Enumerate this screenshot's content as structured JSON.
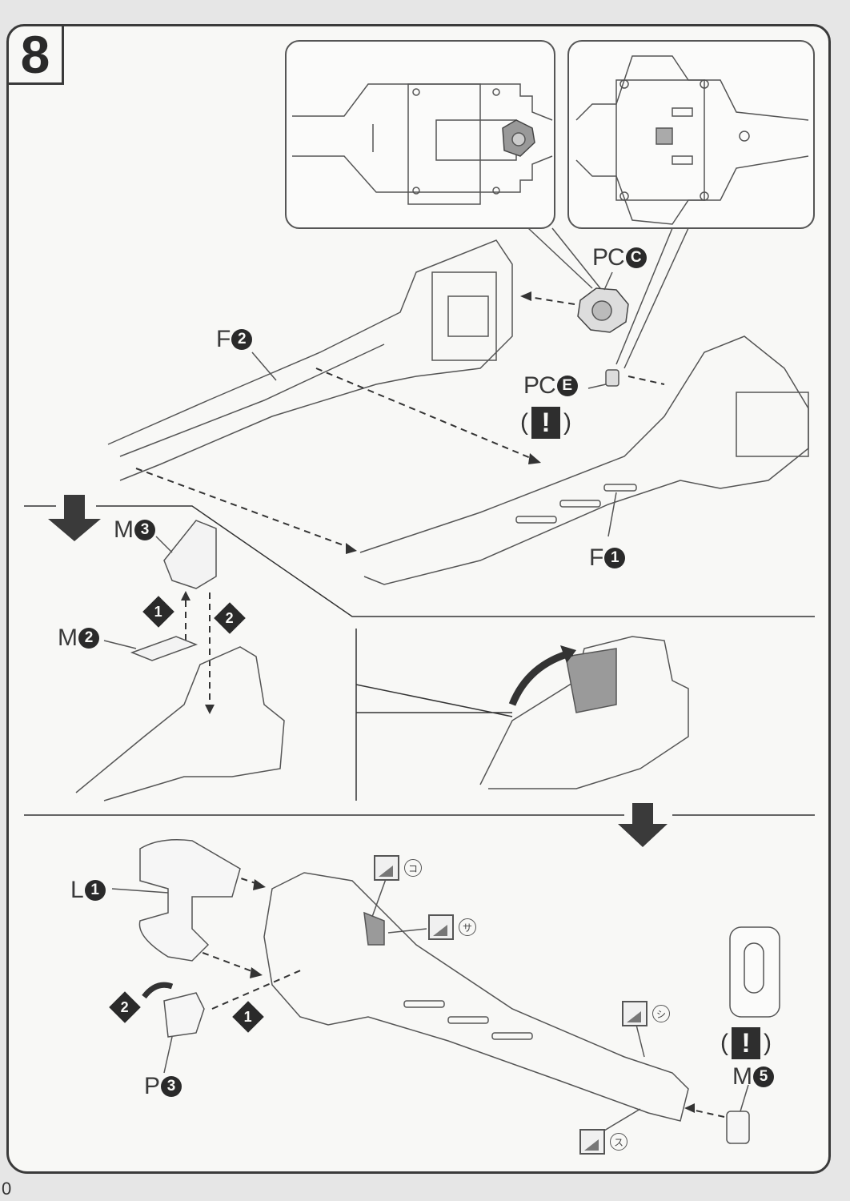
{
  "step": {
    "number": "8"
  },
  "parts": {
    "f2": {
      "letter": "F",
      "num": "2"
    },
    "f1": {
      "letter": "F",
      "num": "1"
    },
    "pcc": {
      "letter": "PC",
      "num": "C"
    },
    "pce": {
      "letter": "PC",
      "num": "E"
    },
    "m3": {
      "letter": "M",
      "num": "3"
    },
    "m2": {
      "letter": "M",
      "num": "2"
    },
    "l1": {
      "letter": "L",
      "num": "1"
    },
    "p3": {
      "letter": "P",
      "num": "3"
    },
    "m5": {
      "letter": "M",
      "num": "5"
    }
  },
  "order_marks": {
    "top_1": "1",
    "top_2": "2",
    "bottom_1": "1",
    "bottom_2": "2"
  },
  "caution": {
    "open": "(",
    "symbol": "!",
    "close": ")"
  },
  "stickers": {
    "ko": "コ",
    "sa": "サ",
    "shi": "シ",
    "su": "ス"
  },
  "footer": {
    "page_number": "0"
  },
  "colors": {
    "ink": "#2a2a2a",
    "paper": "#f8f8f6",
    "shade": "#9a9a9a"
  }
}
